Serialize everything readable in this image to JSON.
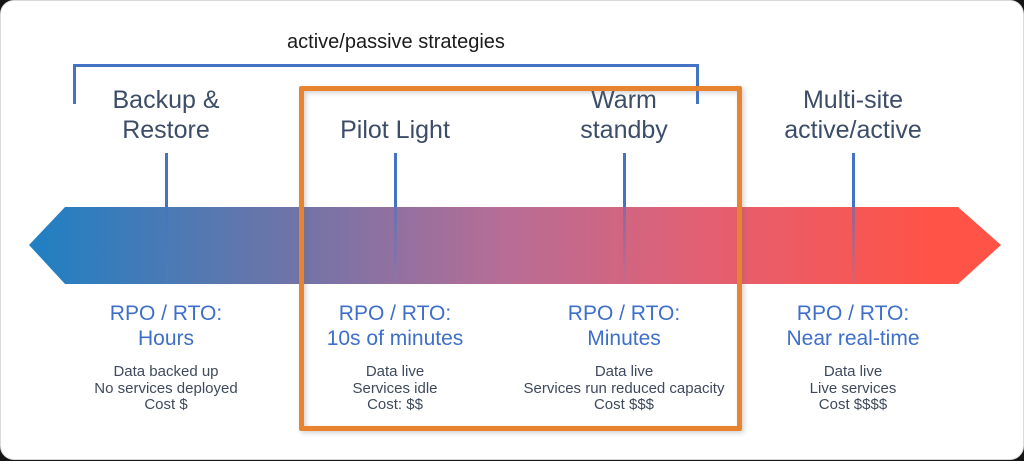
{
  "title": "active/passive strategies",
  "colors": {
    "arrow_gradient_left_blue": "#1f80c3",
    "arrow_gradient_purple": "#6f74a8",
    "arrow_gradient_mauve": "#b76d96",
    "arrow_gradient_pink": "#e26073",
    "arrow_gradient_right_red": "#ff5347",
    "highlight_orange": "#e8832f",
    "connector_blue": "#4472c4",
    "strategy_label_text": "#3c4d68",
    "rpo_text": "#3e6fca",
    "detail_text": "#3e4a5c",
    "title_text": "#1b1b1b"
  },
  "strategies": [
    {
      "label_lines": [
        "Backup &",
        "Restore"
      ],
      "rpo_label": "RPO / RTO:",
      "rpo_value": "Hours",
      "details": [
        "Data backed up",
        "No services deployed",
        "Cost $"
      ]
    },
    {
      "label_lines": [
        "Pilot Light"
      ],
      "rpo_label": "RPO / RTO:",
      "rpo_value": "10s of minutes",
      "details": [
        "Data live",
        "Services idle",
        "Cost: $$"
      ]
    },
    {
      "label_lines": [
        "Warm",
        "standby"
      ],
      "rpo_label": "RPO / RTO:",
      "rpo_value": "Minutes",
      "details": [
        "Data live",
        "Services run reduced capacity",
        "Cost $$$"
      ]
    },
    {
      "label_lines": [
        "Multi-site",
        "active/active"
      ],
      "rpo_label": "RPO / RTO:",
      "rpo_value": "Near real-time",
      "details": [
        "Data live",
        "Live services",
        "Cost $$$$"
      ]
    }
  ]
}
